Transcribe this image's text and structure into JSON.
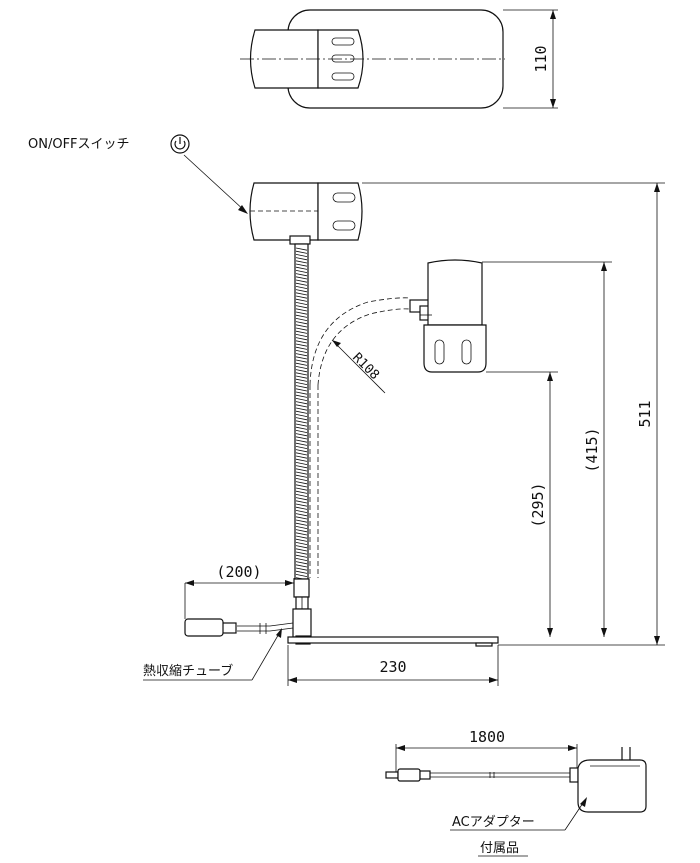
{
  "labels": {
    "switch_label": "ON/OFFスイッチ",
    "heat_shrink": "熱収縮チューブ",
    "ac_adapter": "ACアダプター",
    "accessory": "付属品"
  },
  "dimensions": {
    "width_top": "110",
    "height_total": "511",
    "height_415": "(415)",
    "height_295": "(295)",
    "radius": "R108",
    "cord": "(200)",
    "base_width": "230",
    "adapter_cord": "1800"
  },
  "icons": {
    "power": "power-icon"
  }
}
